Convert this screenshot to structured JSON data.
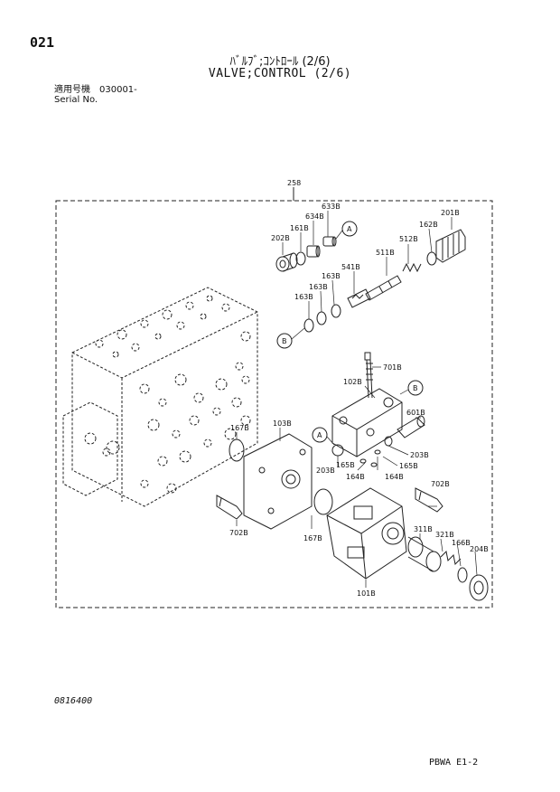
{
  "header": {
    "page_number": "021",
    "title_jp": "ﾊﾞﾙﾌﾞ;ｺﾝﾄﾛｰﾙ (2/6)",
    "title_en": "VALVE;CONTROL (2/6)",
    "serial_label_jp": "適用号機",
    "serial_value": "030001-",
    "serial_label_en": "Serial No."
  },
  "diagram": {
    "assembly_label": "258",
    "parts": [
      {
        "id": "633B"
      },
      {
        "id": "634B"
      },
      {
        "id": "161B"
      },
      {
        "id": "202B"
      },
      {
        "id": "201B"
      },
      {
        "id": "162B"
      },
      {
        "id": "512B"
      },
      {
        "id": "511B"
      },
      {
        "id": "541B"
      },
      {
        "id": "163B"
      },
      {
        "id": "163B"
      },
      {
        "id": "163B"
      },
      {
        "id": "701B"
      },
      {
        "id": "102B"
      },
      {
        "id": "601B"
      },
      {
        "id": "203B"
      },
      {
        "id": "165B"
      },
      {
        "id": "164B"
      },
      {
        "id": "164B"
      },
      {
        "id": "165B"
      },
      {
        "id": "203B"
      },
      {
        "id": "167B"
      },
      {
        "id": "103B"
      },
      {
        "id": "702B"
      },
      {
        "id": "702B"
      },
      {
        "id": "167B"
      },
      {
        "id": "311B"
      },
      {
        "id": "321B"
      },
      {
        "id": "166B"
      },
      {
        "id": "204B"
      },
      {
        "id": "101B"
      }
    ],
    "callouts": [
      {
        "letter": "A"
      },
      {
        "letter": "B"
      },
      {
        "letter": "B"
      },
      {
        "letter": "A"
      }
    ]
  },
  "footer": {
    "figure_number": "0816400",
    "page_code": "PBWA E1-2"
  }
}
